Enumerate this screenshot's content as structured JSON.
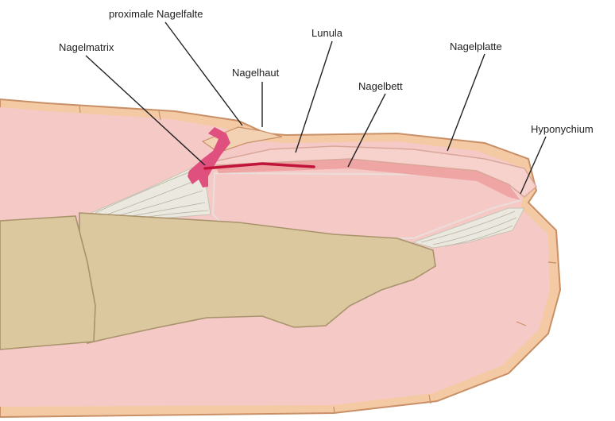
{
  "labels": {
    "proximal_fold": "proximale Nagelfalte",
    "matrix": "Nagelmatrix",
    "cuticle": "Nagelhaut",
    "lunula": "Lunula",
    "nail_bed": "Nagelbett",
    "nail_plate": "Nagelplatte",
    "hyponychium": "Hyponychium"
  },
  "colors": {
    "skin": "#f5c9c6",
    "epidermis": "#f4caa5",
    "outline": "#c98f66",
    "bone": "#dcc89e",
    "bone_outline": "#a8936c",
    "matrix": "#e0507e",
    "lunula_line": "#c0143a",
    "nail_bed": "#eea5a4",
    "nail_plate": "#f7d2cc",
    "connective": "#eae8df"
  }
}
